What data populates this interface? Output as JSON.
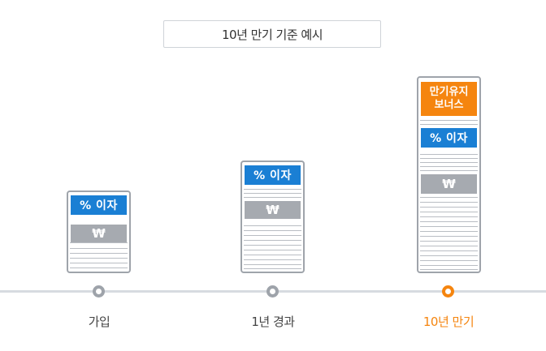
{
  "title": "10년 만기 기준 예시",
  "colors": {
    "accent": "#f5850f",
    "interest": "#1a7fd4",
    "principal": "#a6aab0",
    "line": "#d7dbe0"
  },
  "tags": {
    "interest": "% 이자",
    "principal": "₩",
    "bonus_line1": "만기유지",
    "bonus_line2": "보너스"
  },
  "stages": [
    {
      "label": "가입",
      "active": false
    },
    {
      "label": "1년 경과",
      "active": false
    },
    {
      "label": "10년 만기",
      "active": true
    }
  ]
}
